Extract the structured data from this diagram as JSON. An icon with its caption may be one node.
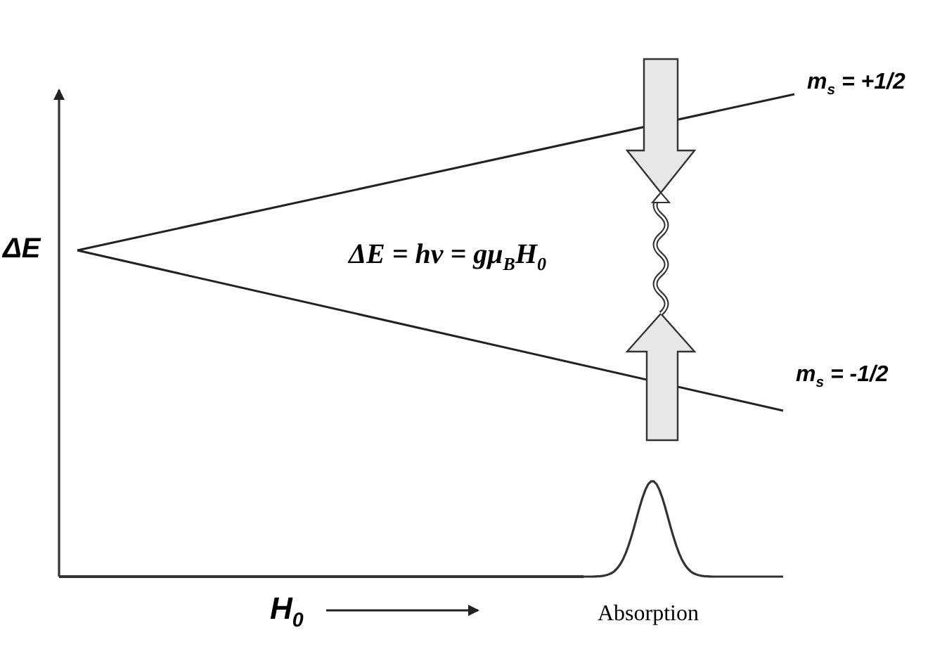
{
  "diagram": {
    "labels": [
      "ΔE",
      "ΔE = hv = gμ$_{B}$H$_{0}$",
      "m$_{s}$ = +1/2",
      "m$_{s}$ = -1/2",
      "H$_{0}$",
      "Absorption"
    ]
  }
}
